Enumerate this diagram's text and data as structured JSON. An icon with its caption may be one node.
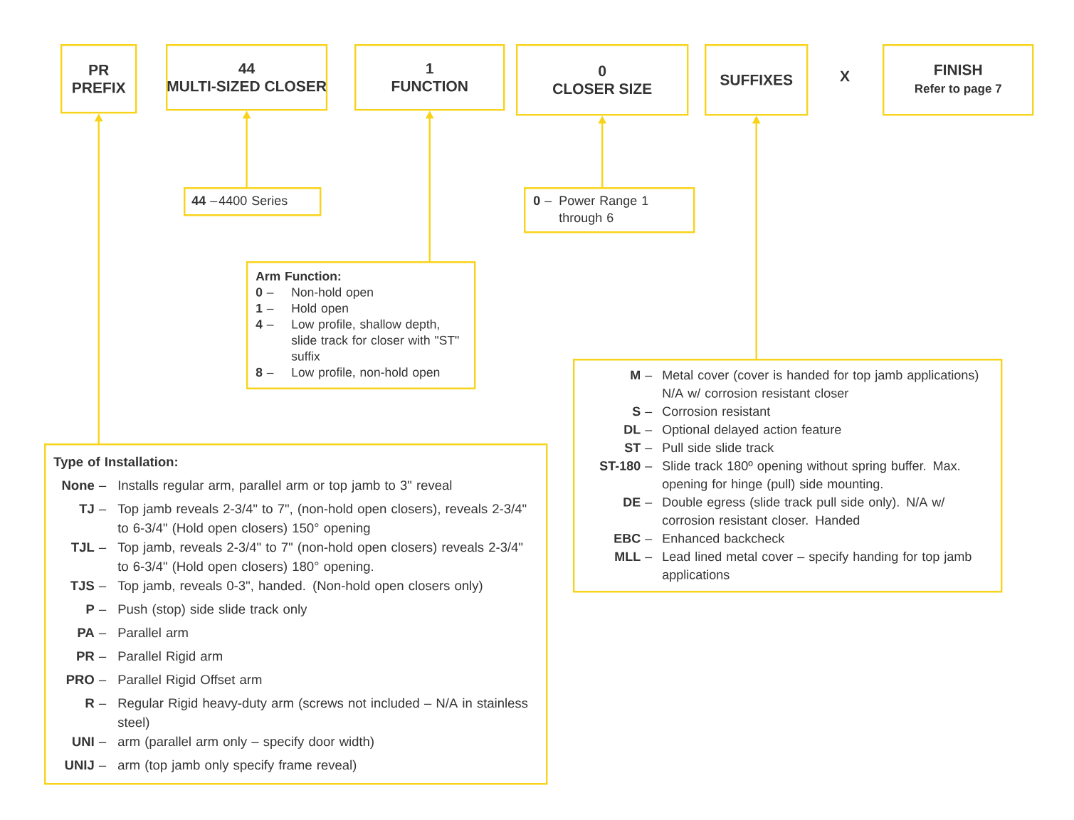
{
  "diagram": {
    "nodes": [
      {
        "text": [
          "PR",
          "PREFIX"
        ]
      },
      {
        "text": [
          "44",
          "MULTI-SIZED CLOSER"
        ]
      },
      {
        "text": [
          "1",
          "FUNCTION"
        ]
      },
      {
        "text": [
          "0",
          "CLOSER SIZE"
        ]
      },
      {
        "text": [
          "SUFFIXES"
        ]
      },
      {
        "text": [
          "FINISH",
          "Refer to page 7"
        ]
      },
      {
        "text": [
          "**44** –",
          "4400 Series"
        ]
      },
      {
        "text": [
          "**0** –",
          "Power Range 1 through 6"
        ]
      },
      {
        "text": [
          "Arm Function:",
          "**0** –",
          "Non-hold open",
          "**1** –",
          "Hold open",
          "**4** –",
          "Low profile, shallow depth, slide track for closer with \"ST\" suffix",
          "**8** –",
          "Low profile, non-hold open"
        ]
      },
      {
        "text": [
          "**M** –",
          "Metal cover (cover is handed for top jamb applications) N/A w/ corrosion resistant closer",
          "**S** –",
          "Corrosion resistant",
          "**DL** –",
          "Optional delayed action feature",
          "**ST** –",
          "Pull side slide track",
          "**ST-180** –",
          "Slide track 180º opening without spring buffer. Max. opening for hinge (pull) side mounting.",
          "**DE** –",
          "Double egress (slide track pull side only). N/A w/ corrosion resistant closer. Handed",
          "**EBC** –",
          "Enhanced backcheck",
          "**MLL** –",
          "Lead lined metal cover – specify handing for top jamb applications"
        ]
      },
      {
        "text": [
          "Type of Installation:",
          "**None** –",
          "Installs regular arm, parallel arm or top jamb to 3\" reveal",
          "**TJ** –",
          "Top jamb reveals 2-3/4\" to 7\", (non-hold open closers), reveals 2-3/4\" to 6-3/4\" (Hold open closers) 150° opening",
          "**TJL** –",
          "Top jamb, reveals 2-3/4\" to 7\" (non-hold open closers) reveals 2-3/4\" to 6-3/4\" (Hold open closers) 180° opening.",
          "**TJS** –",
          "Top jamb, reveals 0-3\", handed. (Non-hold open closers only)",
          "**P** –",
          "Push (stop) side slide track only",
          "**PA** –",
          "Parallel arm",
          "**PR** –",
          "Parallel Rigid arm",
          "**PRO** –",
          "Parallel Rigid Offset arm",
          "**R** –",
          "Regular Rigid heavy-duty arm (screws not included – N/A in stainless steel)",
          "**UNI** –",
          "arm (parallel arm only – specify door width)",
          "**UNIJ** –",
          "arm (top jamb only specify frame reveal)"
        ]
      }
    ],
    "edges": [
      {
        "from": 10,
        "to": 0,
        "arrow": "to"
      },
      {
        "from": 6,
        "to": 1,
        "arrow": "to"
      },
      {
        "from": 8,
        "to": 2,
        "arrow": "to"
      },
      {
        "from": 7,
        "to": 3,
        "arrow": "to"
      },
      {
        "from": 9,
        "to": 4,
        "arrow": "to"
      }
    ],
    "labels": [
      "X"
    ]
  }
}
